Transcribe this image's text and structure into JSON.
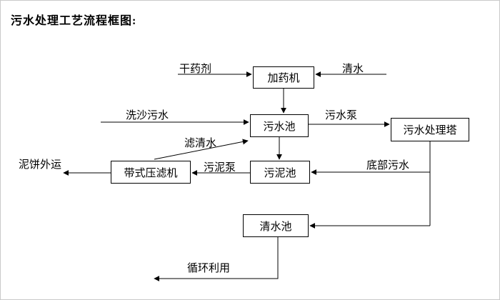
{
  "title": "污水处理工艺流程框图:",
  "nodes": {
    "dosing_machine": "加药机",
    "sewage_pool": "污水池",
    "treatment_tower": "污水处理塔",
    "sludge_pool": "污泥池",
    "belt_filter_press": "带式压滤机",
    "clean_water_pool": "清水池"
  },
  "edge_labels": {
    "dry_chemical": "干药剂",
    "clean_water": "清水",
    "sand_washing_sewage": "洗沙污水",
    "sewage_pump": "污水泵",
    "filtered_water": "滤清水",
    "sludge_pump": "污泥泵",
    "bottom_sewage": "底部污水",
    "mud_cake_out": "泥饼外运",
    "recycling": "循环利用"
  },
  "colors": {
    "line": "#000000",
    "box_border": "#000000",
    "text": "#000000",
    "background": "#ffffff"
  }
}
